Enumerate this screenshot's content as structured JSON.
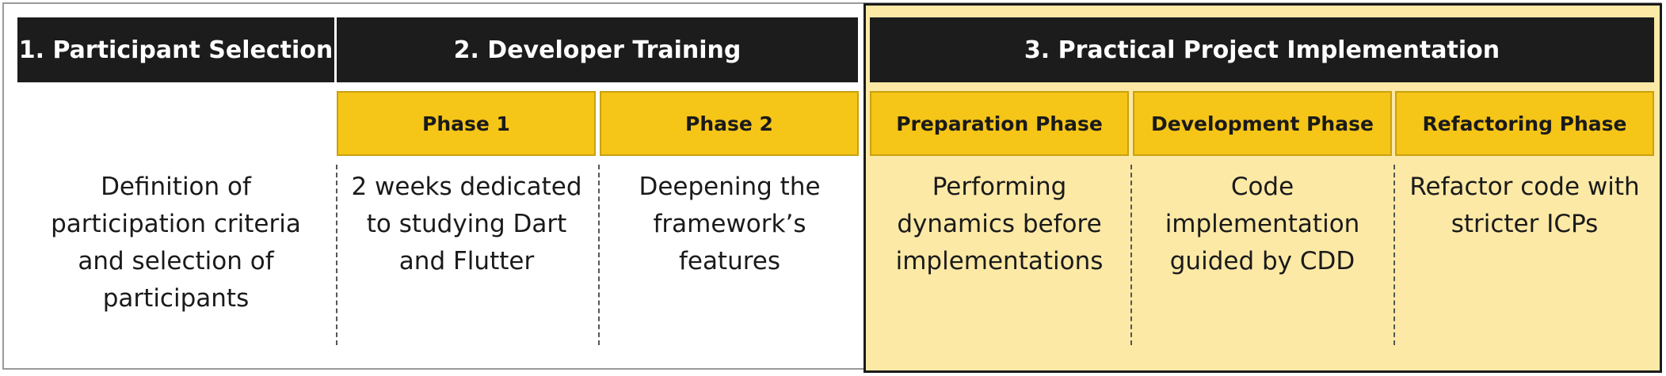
{
  "sections": {
    "participant_selection": {
      "title": "1. Participant Selection",
      "description": "Definition of participation criteria and selection of participants"
    },
    "developer_training": {
      "title": "2. Developer Training",
      "phase1": {
        "label": "Phase 1",
        "description": "2 weeks dedicated to studying Dart and Flutter"
      },
      "phase2": {
        "label": "Phase 2",
        "description": "Deepening the framework’s features"
      }
    },
    "practical_project": {
      "title": "3. Practical Project Implementation",
      "preparation": {
        "label": "Preparation Phase",
        "description": "Performing dynamics before implementations"
      },
      "development": {
        "label": "Development Phase",
        "description": "Code implementation guided by CDD"
      },
      "refactoring": {
        "label": "Refactoring Phase",
        "description": "Refactor code with stricter ICPs"
      }
    }
  },
  "colors": {
    "header_bg": "#1c1c1c",
    "header_text": "#ffffff",
    "phase_bg": "#f5c518",
    "highlight_bg": "#fce9a6"
  }
}
